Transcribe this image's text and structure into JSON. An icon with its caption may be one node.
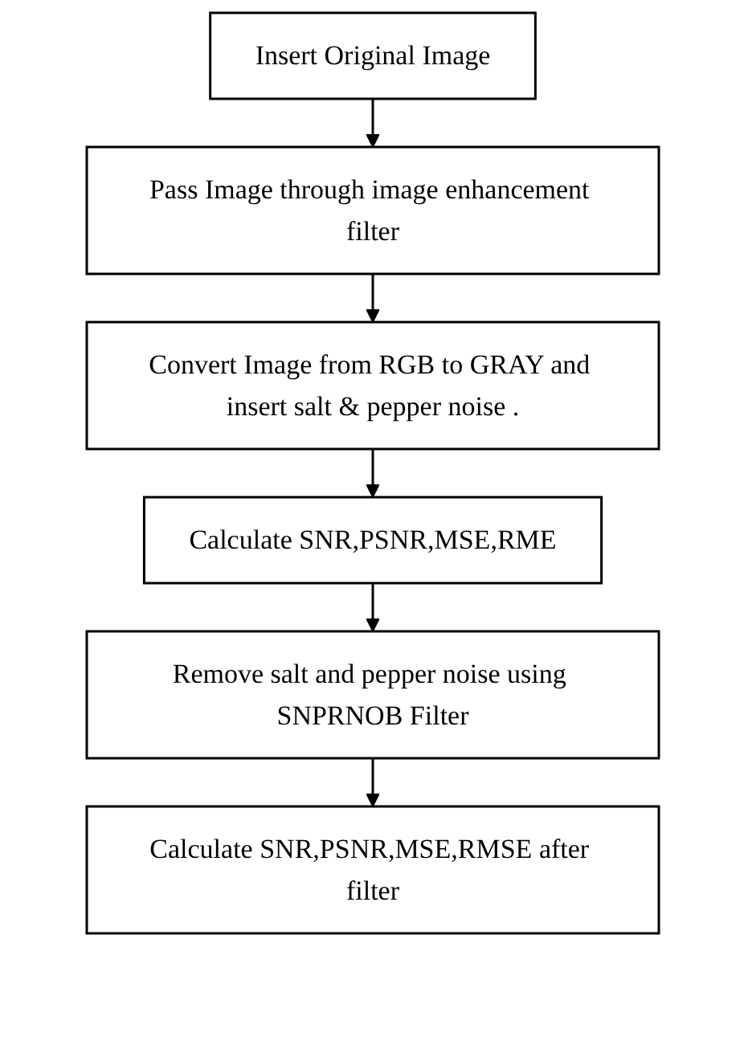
{
  "diagram": {
    "nodes": [
      {
        "text": [
          "Insert Original Image"
        ]
      },
      {
        "text": [
          "Pass Image through image enhancement filter"
        ]
      },
      {
        "text": [
          "Convert Image from RGB to GRAY and insert salt & pepper noise ."
        ]
      },
      {
        "text": [
          "Calculate SNR,PSNR,MSE,RME"
        ]
      },
      {
        "text": [
          "Remove salt and pepper noise using SNPRNOB Filter"
        ]
      },
      {
        "text": [
          "Calculate SNR,PSNR,MSE,RMSE after filter"
        ]
      }
    ],
    "edges": [
      {
        "from": 0,
        "to": 1,
        "arrow": "to"
      },
      {
        "from": 1,
        "to": 2,
        "arrow": "to"
      },
      {
        "from": 2,
        "to": 3,
        "arrow": "to"
      },
      {
        "from": 3,
        "to": 4,
        "arrow": "to"
      },
      {
        "from": 4,
        "to": 5,
        "arrow": "to"
      }
    ]
  }
}
